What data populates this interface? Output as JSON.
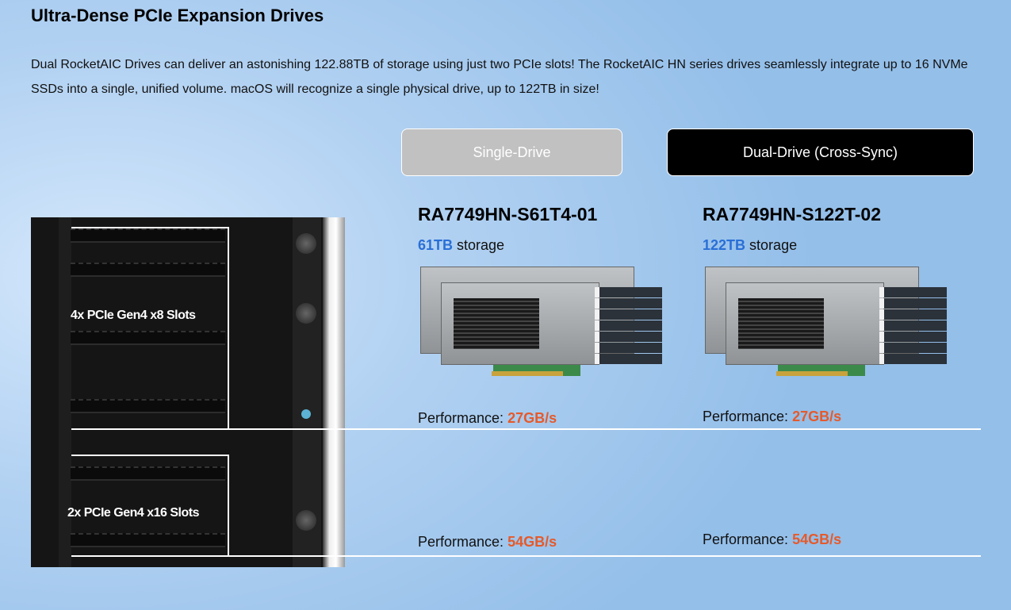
{
  "title": "Ultra-Dense PCIe Expansion Drives",
  "description": "Dual RocketAIC Drives can deliver an astonishing 122.88TB of storage using just two PCIe slots!  The RocketAIC HN series drives seamlessly integrate up to 16 NVMe SSDs into a single, unified volume. macOS will recognize a single physical drive, up to 122TB in size!",
  "tabs": [
    {
      "label": "Single-Drive"
    },
    {
      "label": "Dual-Drive (Cross-Sync)"
    }
  ],
  "slots": {
    "x8": "4x PCIe Gen4 x8 Slots",
    "x16": "2x PCIe Gen4 x16 Slots"
  },
  "products": [
    {
      "model": "RA7749HN-S61T4-01",
      "capacity": "61TB",
      "storage_label": "storage",
      "perf_label": "Performance:",
      "perf_x8": "27GB/s",
      "perf_x16": "54GB/s"
    },
    {
      "model": "RA7749HN-S122T-02",
      "capacity": "122TB",
      "storage_label": "storage",
      "perf_label": "Performance:",
      "perf_x8": "27GB/s",
      "perf_x16": "54GB/s"
    }
  ],
  "colors": {
    "capacity": "#2a6fd6",
    "performance": "#e55a2b"
  }
}
